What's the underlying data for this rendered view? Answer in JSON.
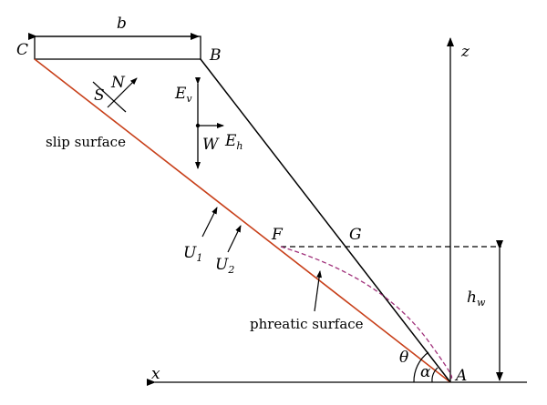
{
  "labels": {
    "b": "b",
    "C": "C",
    "B": "B",
    "z": "z",
    "S": "S",
    "N": "N",
    "E_v_main": "E",
    "E_v_sub": "v",
    "W": "W",
    "E_h_main": "E",
    "E_h_sub": "h",
    "slip_surface": "slip surface",
    "F": "F",
    "G": "G",
    "U1_main": "U",
    "U1_sub": "1",
    "U2_main": "U",
    "U2_sub": "2",
    "h_w_main": "h",
    "h_w_sub": "w",
    "phreatic_surface": "phreatic surface",
    "theta": "θ",
    "alpha": "α",
    "A": "A",
    "x": "x"
  },
  "colors": {
    "slip_line": "#c8401a",
    "phreatic_curve": "#a0307a",
    "ink": "#000000"
  }
}
